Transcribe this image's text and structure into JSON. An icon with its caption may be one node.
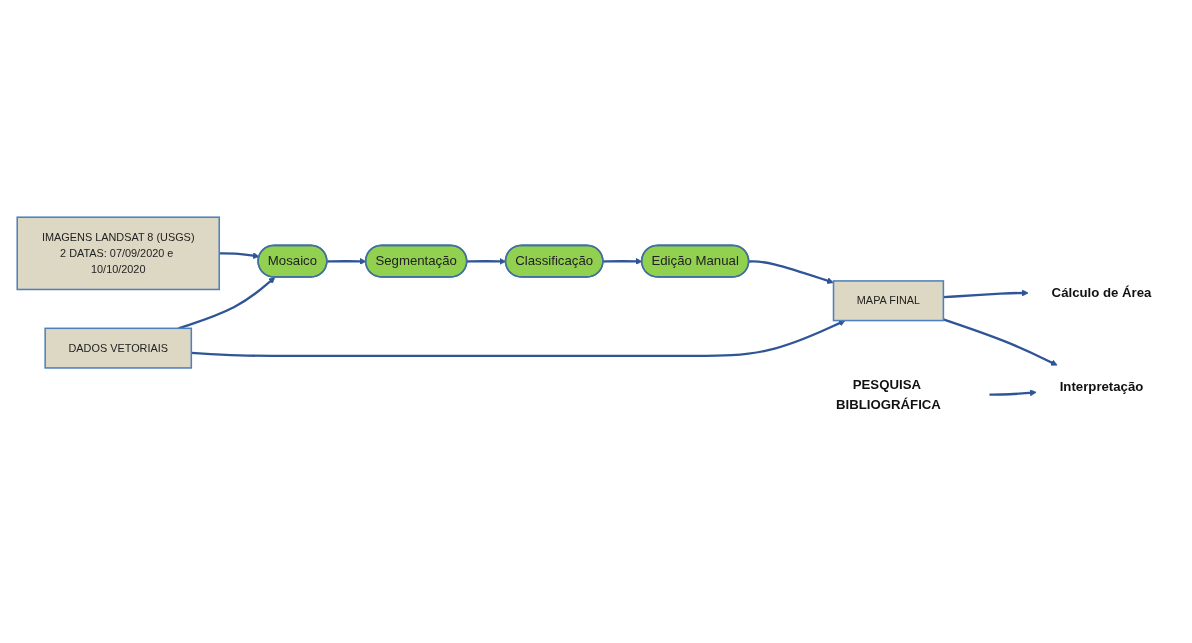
{
  "diagram": {
    "nodes": [
      {
        "text": [
          "IMAGENS LANDSAT 8 (USGS)",
          "2 DATAS: 07/09/2020 e 10/10/2020"
        ]
      },
      {
        "text": [
          "Mosaico"
        ]
      },
      {
        "text": [
          "Segmentação"
        ]
      },
      {
        "text": [
          "Classificação"
        ]
      },
      {
        "text": [
          "Edição Manual"
        ]
      },
      {
        "text": [
          "DADOS VETORIAIS"
        ]
      },
      {
        "text": [
          "MAPA FINAL"
        ]
      },
      {
        "text": [
          "Cálculo de Área"
        ]
      },
      {
        "text": [
          "Interpretação"
        ]
      },
      {
        "text": [
          "PESQUISA BIBLIOGRÁFICA"
        ]
      }
    ],
    "edges": [
      {
        "from": 0,
        "to": 1,
        "arrow": "to"
      },
      {
        "from": 1,
        "to": 2,
        "arrow": "to"
      },
      {
        "from": 2,
        "to": 3,
        "arrow": "to"
      },
      {
        "from": 3,
        "to": 4,
        "arrow": "to"
      },
      {
        "from": 4,
        "to": 6,
        "arrow": "to"
      },
      {
        "from": 5,
        "to": 1,
        "arrow": "to"
      },
      {
        "from": 5,
        "to": 6,
        "arrow": "to"
      },
      {
        "from": 6,
        "to": 7,
        "arrow": "to"
      },
      {
        "from": 6,
        "to": 8,
        "arrow": "to"
      },
      {
        "from": 9,
        "to": 8,
        "arrow": "to"
      }
    ]
  }
}
